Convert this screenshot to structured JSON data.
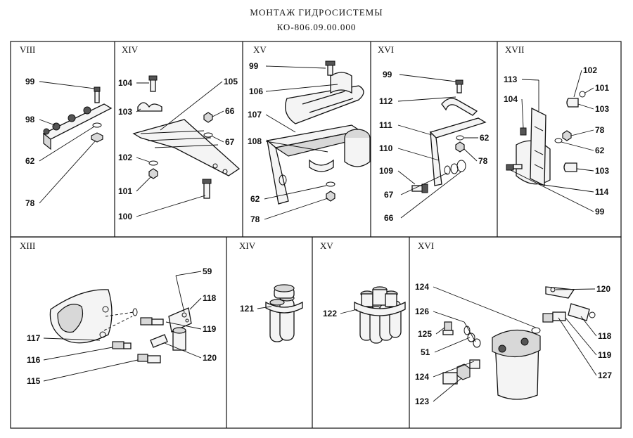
{
  "title": "МОНТАЖ ГИДРОСИСТЕМЫ",
  "subtitle": "КО-806.09.00.000",
  "panels": {
    "p1": {
      "roman": "VIII"
    },
    "p2": {
      "roman": "XIV"
    },
    "p3": {
      "roman": "XV"
    },
    "p4": {
      "roman": "XVI"
    },
    "p5": {
      "roman": "XVII"
    },
    "p6": {
      "roman": "XIII"
    },
    "p7": {
      "roman": "XIV"
    },
    "p8": {
      "roman": "XV"
    },
    "p9": {
      "roman": "XVI"
    }
  },
  "labels": {
    "p1_99": "99",
    "p1_98": "98",
    "p1_62": "62",
    "p1_78": "78",
    "p2_104": "104",
    "p2_105": "105",
    "p2_103": "103",
    "p2_66": "66",
    "p2_67": "67",
    "p2_102": "102",
    "p2_101": "101",
    "p2_100": "100",
    "p3_99": "99",
    "p3_106": "106",
    "p3_107": "107",
    "p3_108": "108",
    "p3_62": "62",
    "p3_78": "78",
    "p4_99": "99",
    "p4_112": "112",
    "p4_111": "111",
    "p4_62": "62",
    "p4_110": "110",
    "p4_78": "78",
    "p4_109": "109",
    "p4_67": "67",
    "p4_66": "66",
    "p5_102": "102",
    "p5_113": "113",
    "p5_101": "101",
    "p5_104": "104",
    "p5_103a": "103",
    "p5_78": "78",
    "p5_62": "62",
    "p5_103b": "103",
    "p5_114": "114",
    "p5_99": "99",
    "p6_59": "59",
    "p6_118": "118",
    "p6_119": "119",
    "p6_117": "117",
    "p6_116": "116",
    "p6_120": "120",
    "p6_115": "115",
    "p7_121": "121",
    "p8_122": "122",
    "p9_124a": "124",
    "p9_120": "120",
    "p9_126": "126",
    "p9_125": "125",
    "p9_51": "51",
    "p9_118": "118",
    "p9_119": "119",
    "p9_124b": "124",
    "p9_127": "127",
    "p9_123": "123"
  }
}
